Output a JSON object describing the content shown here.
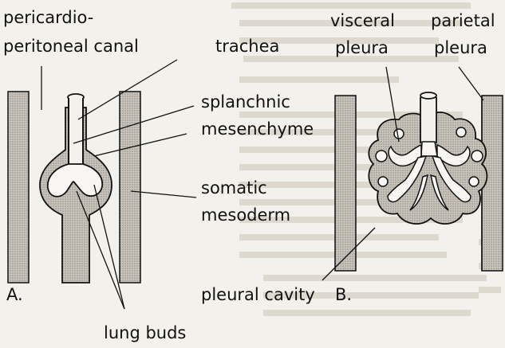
{
  "labels": {
    "pericardio": "pericardio-",
    "peritoneal": "peritoneal canal",
    "trachea": "trachea",
    "splanchnic": "splanchnic",
    "mesenchyme": "mesenchyme",
    "somatic": "somatic",
    "mesoderm": "mesoderm",
    "lung_buds": "lung buds",
    "visceral": "visceral",
    "pleura_v": "pleura",
    "parietal": "parietal",
    "pleura_p": "pleura",
    "pleural_cavity": "pleural cavity",
    "panel_a": "A.",
    "panel_b": "B."
  },
  "colors": {
    "ink": "#111111",
    "stipple": "#b9b6ae",
    "paper": "#f3f1ec",
    "bleed_text": "#d9d5cc"
  }
}
